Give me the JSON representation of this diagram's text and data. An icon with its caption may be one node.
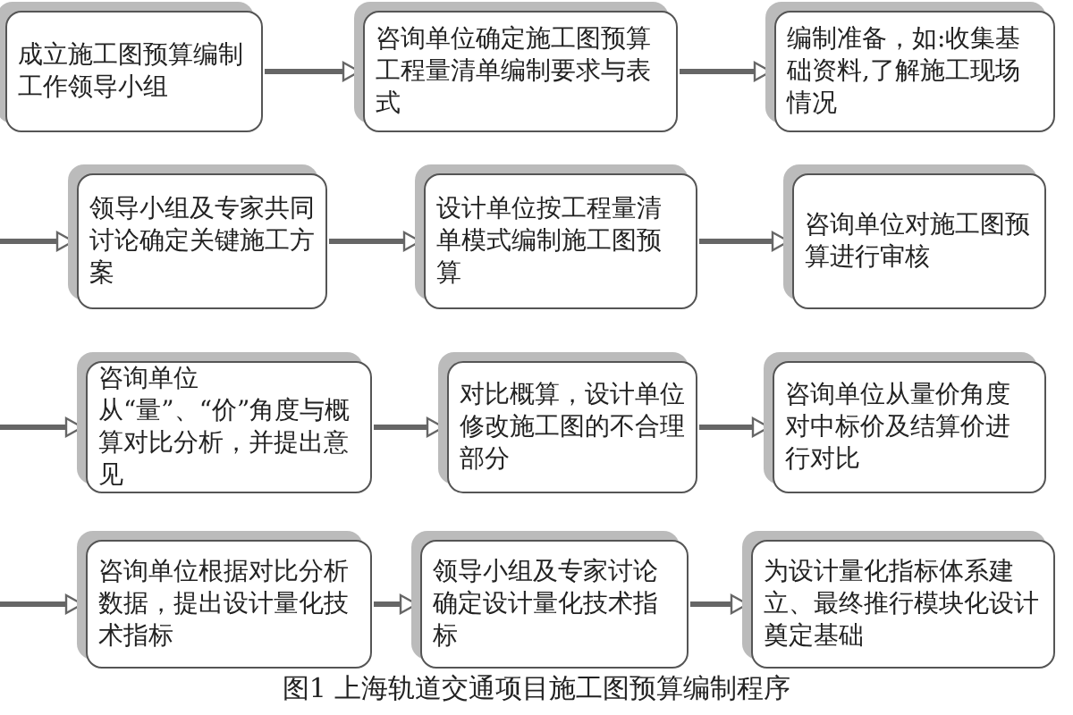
{
  "diagram": {
    "caption": "图1 上海轨道交通项目施工图预算编制程序",
    "nodes": [
      {
        "text": [
          "成立施工图预算编制工作领导小组"
        ]
      },
      {
        "text": [
          "咨询单位确定施工图预算工程量清单编制要求与表式"
        ]
      },
      {
        "text": [
          "编制准备，如:收集基础资料,了解施工现场情况"
        ]
      },
      {
        "text": [
          "领导小组及专家共同讨论确定关键施工方案"
        ]
      },
      {
        "text": [
          "设计单位按工程量清单模式编制施工图预算"
        ]
      },
      {
        "text": [
          "咨询单位对施工图预算进行审核"
        ]
      },
      {
        "text": [
          "咨询单位从“量”、“价”角度与概算对比分析，并提出意见"
        ]
      },
      {
        "text": [
          "对比概算，设计单位修改施工图的不合理部分"
        ]
      },
      {
        "text": [
          "咨询单位从量价角度对中标价及结算价进行对比"
        ]
      },
      {
        "text": [
          "咨询单位根据对比分析数据，提出设计量化技术指标"
        ]
      },
      {
        "text": [
          "领导小组及专家讨论确定设计量化技术指标"
        ]
      },
      {
        "text": [
          "为设计量化指标体系建立、最终推行模块化设计奠定基础"
        ]
      }
    ],
    "edges": [
      {
        "from": 0,
        "to": 1,
        "arrow": "to"
      },
      {
        "from": 1,
        "to": 2,
        "arrow": "to"
      },
      {
        "from": null,
        "to": 3,
        "arrow": "to"
      },
      {
        "from": 3,
        "to": 4,
        "arrow": "to"
      },
      {
        "from": 4,
        "to": 5,
        "arrow": "to"
      },
      {
        "from": null,
        "to": 6,
        "arrow": "to"
      },
      {
        "from": 6,
        "to": 7,
        "arrow": "to"
      },
      {
        "from": 7,
        "to": 8,
        "arrow": "to"
      },
      {
        "from": null,
        "to": 9,
        "arrow": "to"
      },
      {
        "from": 9,
        "to": 10,
        "arrow": "to"
      },
      {
        "from": 10,
        "to": 11,
        "arrow": "to"
      }
    ]
  }
}
